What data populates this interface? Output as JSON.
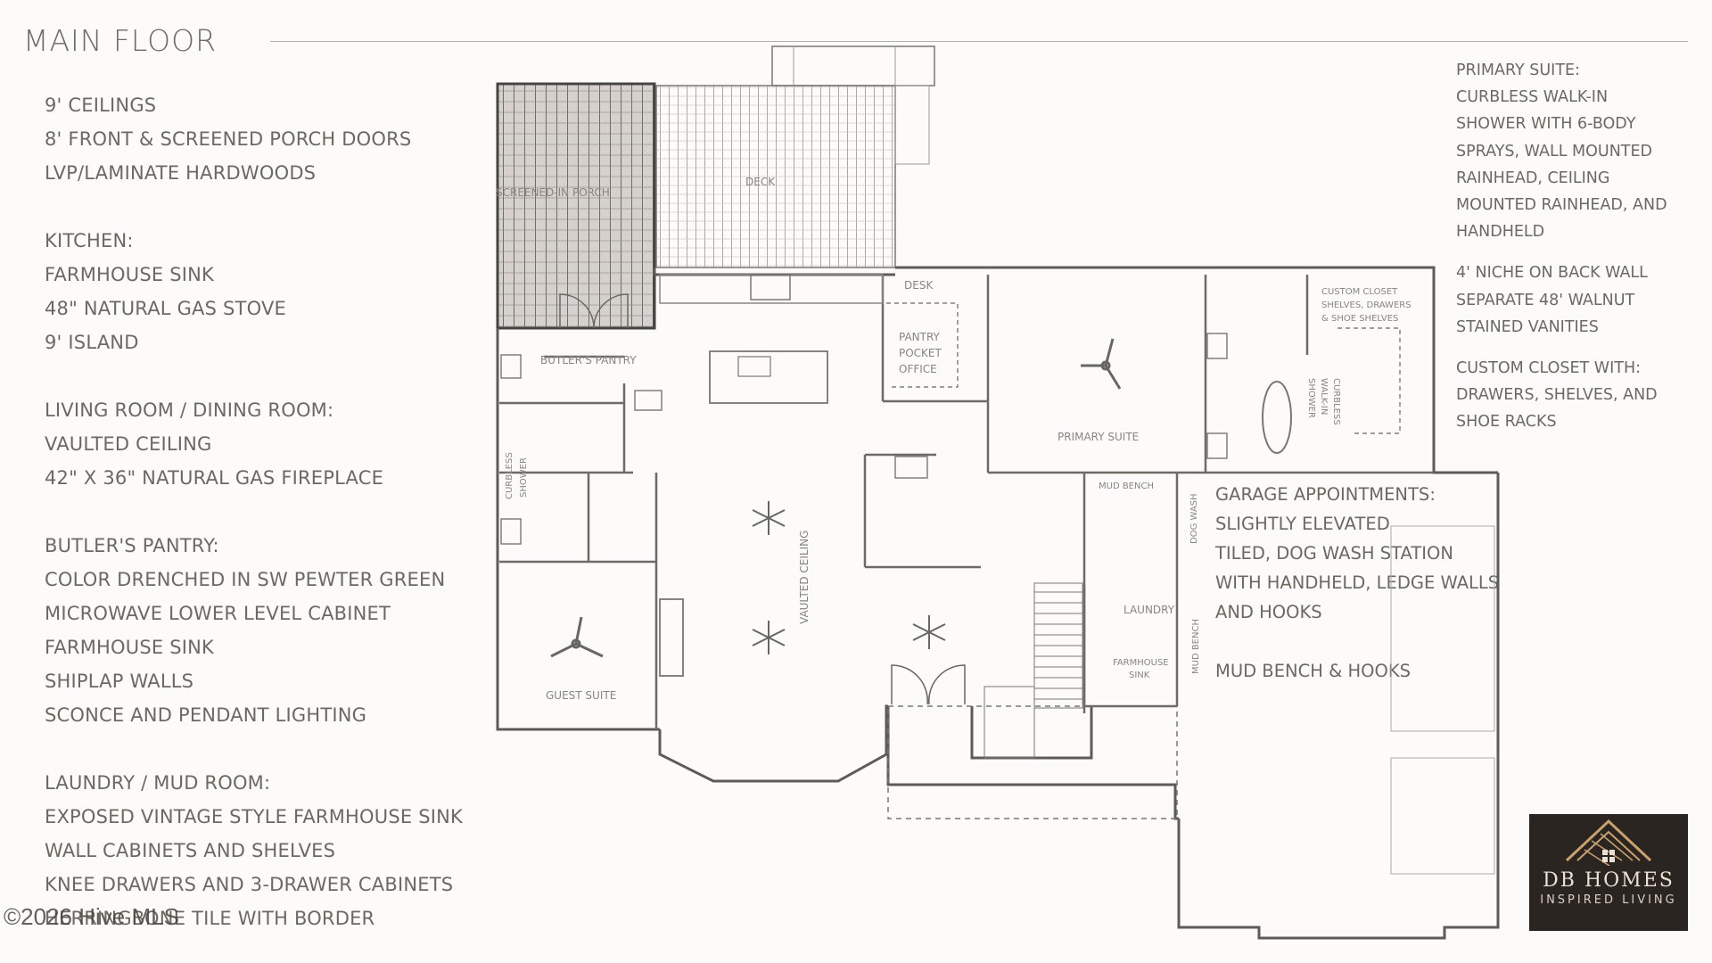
{
  "title": "MAIN FLOOR",
  "features": [
    "9' CEILINGS",
    "8' FRONT & SCREENED PORCH DOORS",
    "LVP/LAMINATE HARDWOODS",
    "",
    "KITCHEN:",
    "FARMHOUSE SINK",
    "48\" NATURAL GAS STOVE",
    "9' ISLAND",
    "",
    "LIVING ROOM / DINING ROOM:",
    "VAULTED CEILING",
    "42\" X 36\" NATURAL GAS FIREPLACE",
    "",
    "BUTLER'S PANTRY:",
    "COLOR DRENCHED IN SW PEWTER GREEN",
    "MICROWAVE LOWER LEVEL CABINET",
    "FARMHOUSE SINK",
    "SHIPLAP WALLS",
    "SCONCE AND PENDANT LIGHTING",
    "",
    "LAUNDRY / MUD ROOM:",
    "EXPOSED VINTAGE STYLE FARMHOUSE SINK",
    "WALL CABINETS AND SHELVES",
    "KNEE DRAWERS AND 3-DRAWER CABINETS",
    "HERRINGBONE TILE WITH BORDER"
  ],
  "primary_suite_notes": [
    "PRIMARY SUITE:",
    "CURBLESS WALK-IN",
    "SHOWER WITH 6-BODY",
    "SPRAYS, WALL MOUNTED",
    "RAINHEAD, CEILING",
    "MOUNTED RAINHEAD, AND",
    "HANDHELD",
    "",
    "4' NICHE ON BACK WALL",
    "SEPARATE 48' WALNUT",
    "STAINED VANITIES",
    "",
    "CUSTOM CLOSET WITH:",
    "DRAWERS, SHELVES, AND",
    "SHOE RACKS"
  ],
  "garage_notes": [
    "GARAGE APPOINTMENTS:",
    "SLIGHTLY ELEVATED",
    "TILED, DOG WASH STATION",
    "WITH HANDHELD, LEDGE WALLS",
    "AND HOOKS",
    "",
    "MUD BENCH & HOOKS"
  ],
  "rooms": {
    "screened_porch": "SCREENED-IN PORCH",
    "deck": "DECK",
    "butlers_pantry": "BUTLER'S PANTRY",
    "desk": "DESK",
    "pantry_1": "PANTRY",
    "pantry_2": "POCKET",
    "pantry_3": "OFFICE",
    "primary_suite": "PRIMARY SUITE",
    "custom_closet_1": "CUSTOM CLOSET",
    "custom_closet_2": "SHELVES, DRAWERS",
    "custom_closet_3": "& SHOE SHELVES",
    "curbless_walkin_1": "CURBLESS",
    "curbless_walkin_2": "WALK-IN",
    "curbless_walkin_3": "SHOWER",
    "curbless_shower_1": "CURBLESS",
    "curbless_shower_2": "SHOWER",
    "vaulted_ceiling": "VAULTED CEILING",
    "guest_suite": "GUEST SUITE",
    "mud_bench_top": "MUD BENCH",
    "dog_wash": "DOG WASH",
    "laundry": "LAUNDRY",
    "mud_bench_side": "MUD BENCH",
    "farmhouse_sink_1": "FARMHOUSE",
    "farmhouse_sink_2": "SINK"
  },
  "logo": {
    "name": "DB HOMES",
    "tagline": "INSPIRED LIVING"
  },
  "watermark": "©2026 Hive MLS"
}
